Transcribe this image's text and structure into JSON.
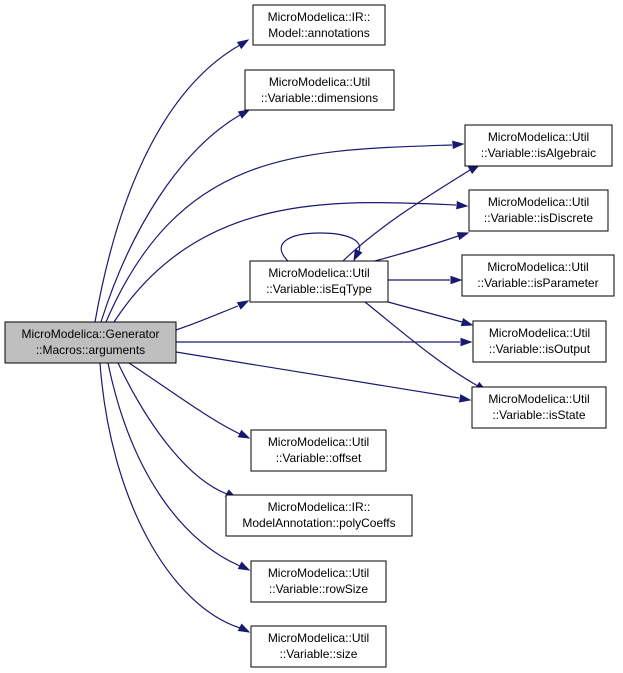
{
  "colors": {
    "edge": "#191970",
    "node_border": "#000000",
    "node_fill": "#ffffff",
    "root_fill": "#bfbfbf"
  },
  "nodes": {
    "arguments": {
      "line1": "MicroModelica::Generator",
      "line2": "::Macros::arguments"
    },
    "annotations": {
      "line1": "MicroModelica::IR::",
      "line2": "Model::annotations"
    },
    "dimensions": {
      "line1": "MicroModelica::Util",
      "line2": "::Variable::dimensions"
    },
    "isAlgebraic": {
      "line1": "MicroModelica::Util",
      "line2": "::Variable::isAlgebraic"
    },
    "isDiscrete": {
      "line1": "MicroModelica::Util",
      "line2": "::Variable::isDiscrete"
    },
    "isEqType": {
      "line1": "MicroModelica::Util",
      "line2": "::Variable::isEqType"
    },
    "isParameter": {
      "line1": "MicroModelica::Util",
      "line2": "::Variable::isParameter"
    },
    "isOutput": {
      "line1": "MicroModelica::Util",
      "line2": "::Variable::isOutput"
    },
    "isState": {
      "line1": "MicroModelica::Util",
      "line2": "::Variable::isState"
    },
    "offset": {
      "line1": "MicroModelica::Util",
      "line2": "::Variable::offset"
    },
    "polyCoeffs": {
      "line1": "MicroModelica::IR::",
      "line2": "ModelAnnotation::polyCoeffs"
    },
    "rowSize": {
      "line1": "MicroModelica::Util",
      "line2": "::Variable::rowSize"
    },
    "size": {
      "line1": "MicroModelica::Util",
      "line2": "::Variable::size"
    }
  },
  "edges": [
    {
      "from": "arguments",
      "to": "annotations"
    },
    {
      "from": "arguments",
      "to": "dimensions"
    },
    {
      "from": "arguments",
      "to": "isAlgebraic"
    },
    {
      "from": "arguments",
      "to": "isDiscrete"
    },
    {
      "from": "arguments",
      "to": "isEqType"
    },
    {
      "from": "arguments",
      "to": "isOutput"
    },
    {
      "from": "arguments",
      "to": "isState"
    },
    {
      "from": "arguments",
      "to": "offset"
    },
    {
      "from": "arguments",
      "to": "polyCoeffs"
    },
    {
      "from": "arguments",
      "to": "rowSize"
    },
    {
      "from": "arguments",
      "to": "size"
    },
    {
      "from": "isEqType",
      "to": "isEqType"
    },
    {
      "from": "isEqType",
      "to": "isAlgebraic"
    },
    {
      "from": "isEqType",
      "to": "isDiscrete"
    },
    {
      "from": "isEqType",
      "to": "isParameter"
    },
    {
      "from": "isEqType",
      "to": "isOutput"
    },
    {
      "from": "isEqType",
      "to": "isState"
    }
  ]
}
